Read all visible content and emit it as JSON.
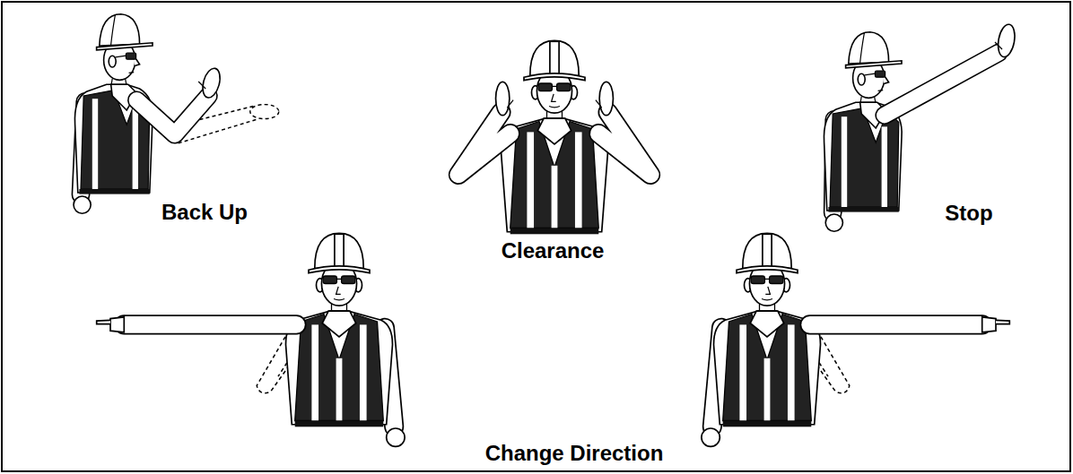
{
  "diagram": {
    "labels": [
      "Back Up",
      "Clearance",
      "Stop",
      "Change Direction"
    ]
  }
}
